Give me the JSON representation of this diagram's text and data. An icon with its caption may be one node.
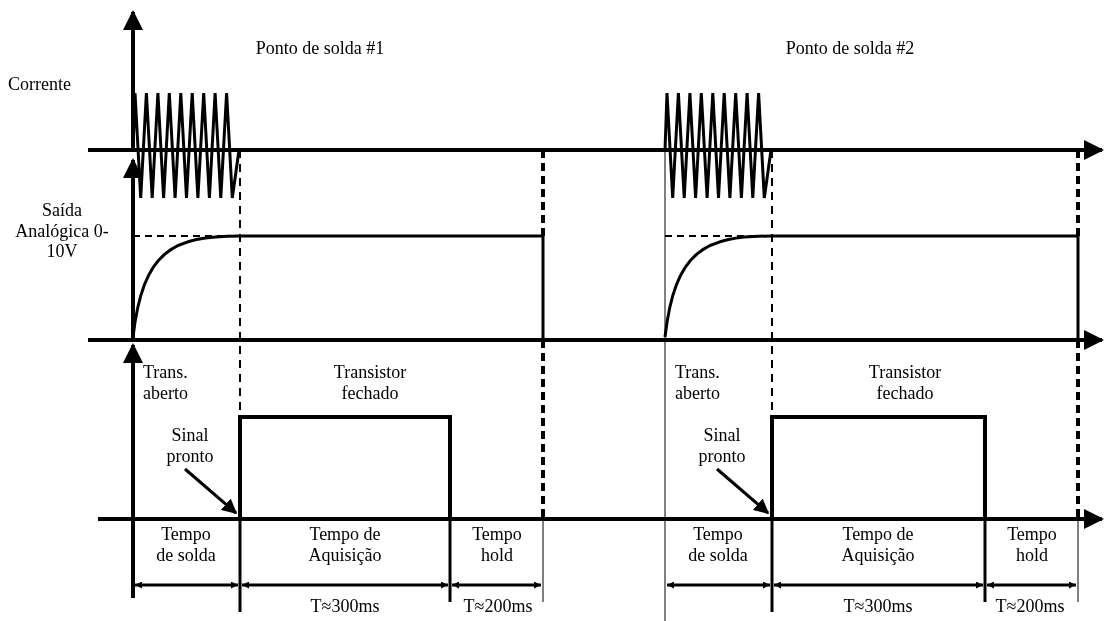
{
  "diagram": {
    "nodes": [
      {
        "text": [
          "Sinal pronto"
        ]
      },
      {
        "text": [
          "Sinal pronto"
        ]
      }
    ],
    "edges": [
      {
        "from": 0,
        "to": null,
        "arrow": "to"
      },
      {
        "from": 1,
        "to": null,
        "arrow": "to"
      }
    ],
    "labels": [
      "Ponto de solda #1",
      "Ponto de solda #2",
      "Corrente",
      "Saída Analógica 0-10V",
      "Trans. aberto",
      "Transistor fechado",
      "Trans. aberto",
      "Transistor fechado",
      "Tempo de solda",
      "Tempo de Aquisição",
      "Tempo hold",
      "Tempo de solda",
      "Tempo de Aquisição",
      "Tempo hold",
      "T≈300ms",
      "T≈200ms",
      "T≈300ms",
      "T≈200ms"
    ]
  }
}
